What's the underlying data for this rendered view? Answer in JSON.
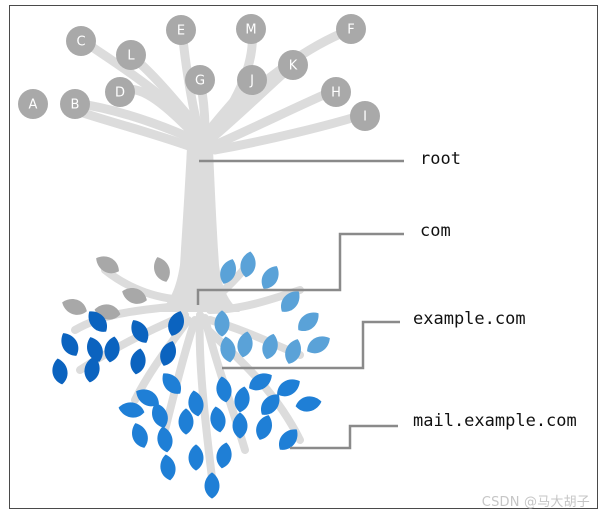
{
  "tree": {
    "nodes": [
      "A",
      "B",
      "C",
      "D",
      "E",
      "F",
      "G",
      "H",
      "I",
      "J",
      "K",
      "L",
      "M"
    ],
    "levels": [
      {
        "key": "root",
        "label": "root"
      },
      {
        "key": "com",
        "label": "com"
      },
      {
        "key": "example",
        "label": "example.com"
      },
      {
        "key": "mail",
        "label": "mail.example.com"
      }
    ]
  },
  "watermark": "CSDN @马大胡子",
  "colors": {
    "trunk": "#dcdcdc",
    "node": "#a9a9a9",
    "leaf_gray": "#a8a8a8",
    "leaf_light_blue": "#5aa2d8",
    "leaf_mid_blue": "#1f7fd6",
    "leaf_dark_blue": "#0b63bf",
    "leader_line": "#8a8a8a"
  }
}
